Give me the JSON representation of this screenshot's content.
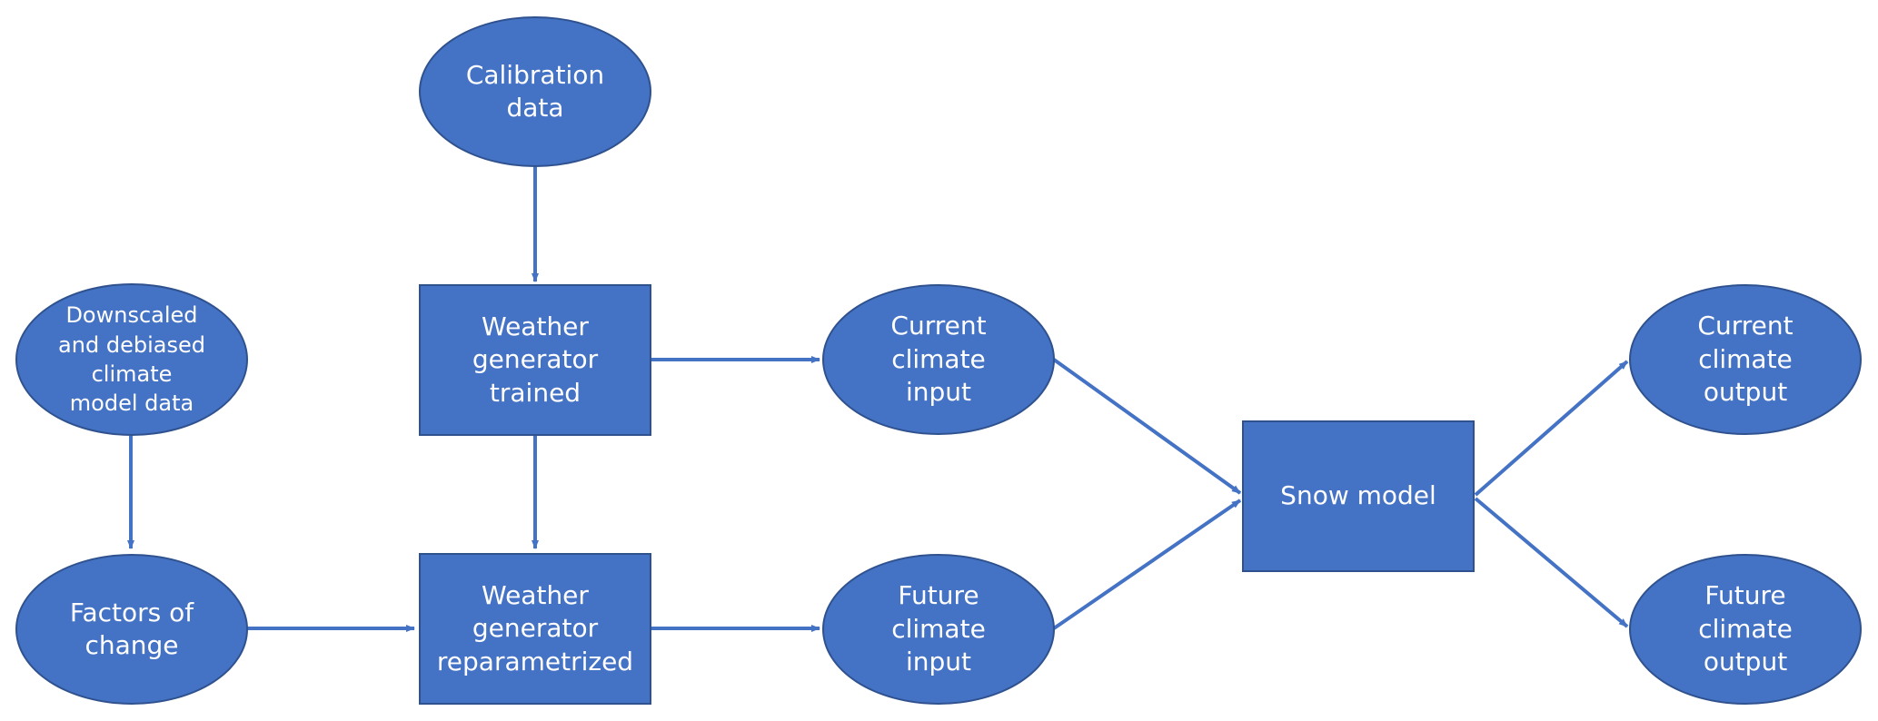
{
  "colors": {
    "node_fill": "#4472c4",
    "node_border": "#2f528f",
    "text": "#ffffff",
    "arrow": "#4472c4"
  },
  "nodes": {
    "calibration_data": "Calibration\ndata",
    "downscaled_data": "Downscaled\nand debiased\nclimate\nmodel data",
    "factors_of_change": "Factors of\nchange",
    "wg_trained": "Weather\ngenerator\ntrained",
    "wg_reparametrized": "Weather\ngenerator\nreparametrized",
    "current_input": "Current\nclimate\ninput",
    "future_input": "Future\nclimate\ninput",
    "snow_model": "Snow model",
    "current_output": "Current\nclimate\noutput",
    "future_output": "Future\nclimate\noutput"
  }
}
